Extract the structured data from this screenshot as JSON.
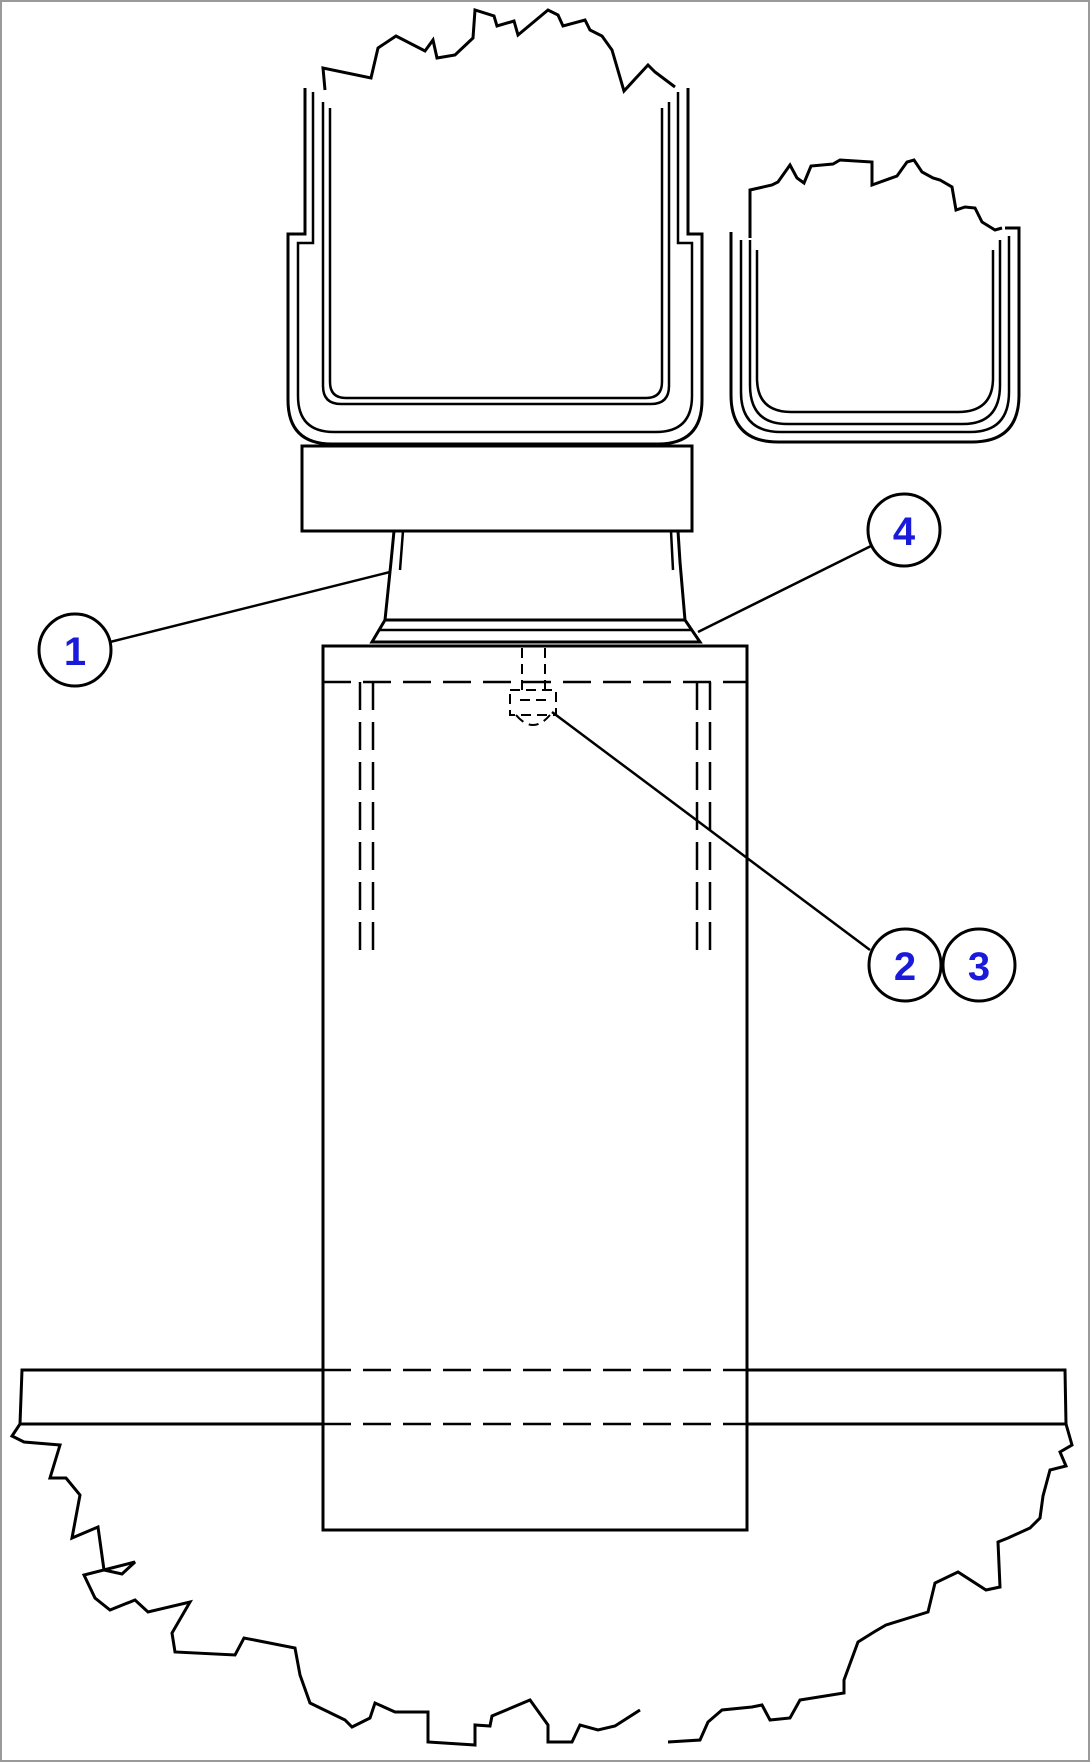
{
  "colors": {
    "line": "#000000",
    "callout_text": "#1a1adb",
    "background": "#ffffff",
    "frame": "#9a9a9a"
  },
  "callouts": [
    {
      "id": "callout-1",
      "label": "1"
    },
    {
      "id": "callout-4",
      "label": "4"
    },
    {
      "id": "callout-2",
      "label": "2"
    },
    {
      "id": "callout-3",
      "label": "3"
    }
  ]
}
